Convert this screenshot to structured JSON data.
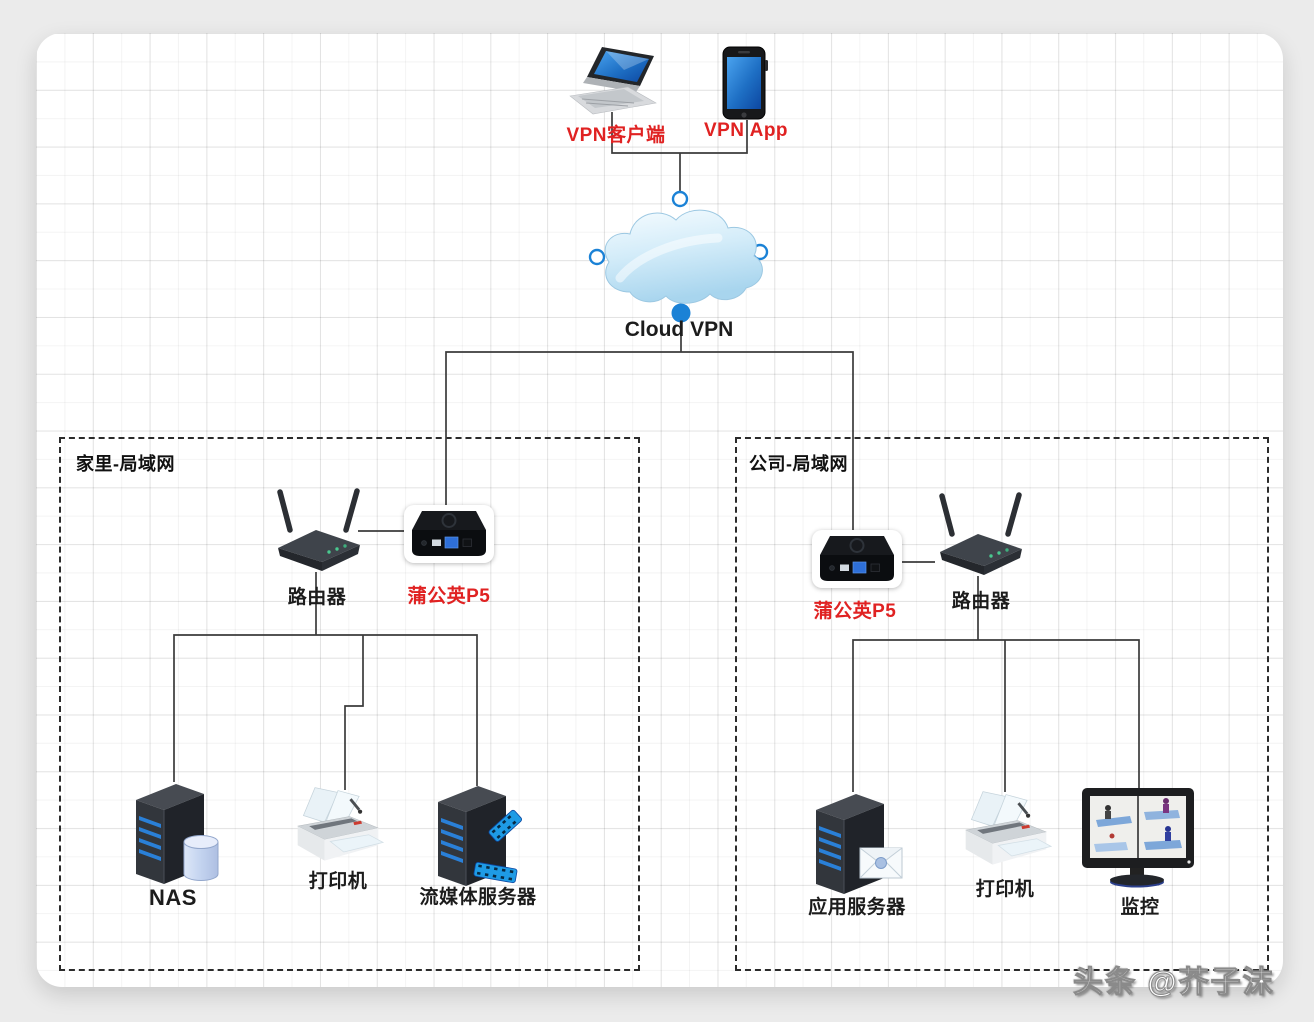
{
  "remote": {
    "laptop": "VPN客户端",
    "phone": "VPN App"
  },
  "cloud": {
    "label": "Cloud VPN"
  },
  "home": {
    "title": "家里-局域网",
    "router": "路由器",
    "p5": "蒲公英P5",
    "nas": "NAS",
    "printer": "打印机",
    "media": "流媒体服务器"
  },
  "office": {
    "title": "公司-局域网",
    "p5": "蒲公英P5",
    "router": "路由器",
    "app": "应用服务器",
    "printer": "打印机",
    "monitor": "监控"
  },
  "watermark": {
    "text": "头条 @芥子沫"
  },
  "colors": {
    "accent_red": "#e02222",
    "line": "#3b3b3b",
    "handle_blue": "#1b82d6",
    "cloud_fill": "#cfeaf8"
  }
}
